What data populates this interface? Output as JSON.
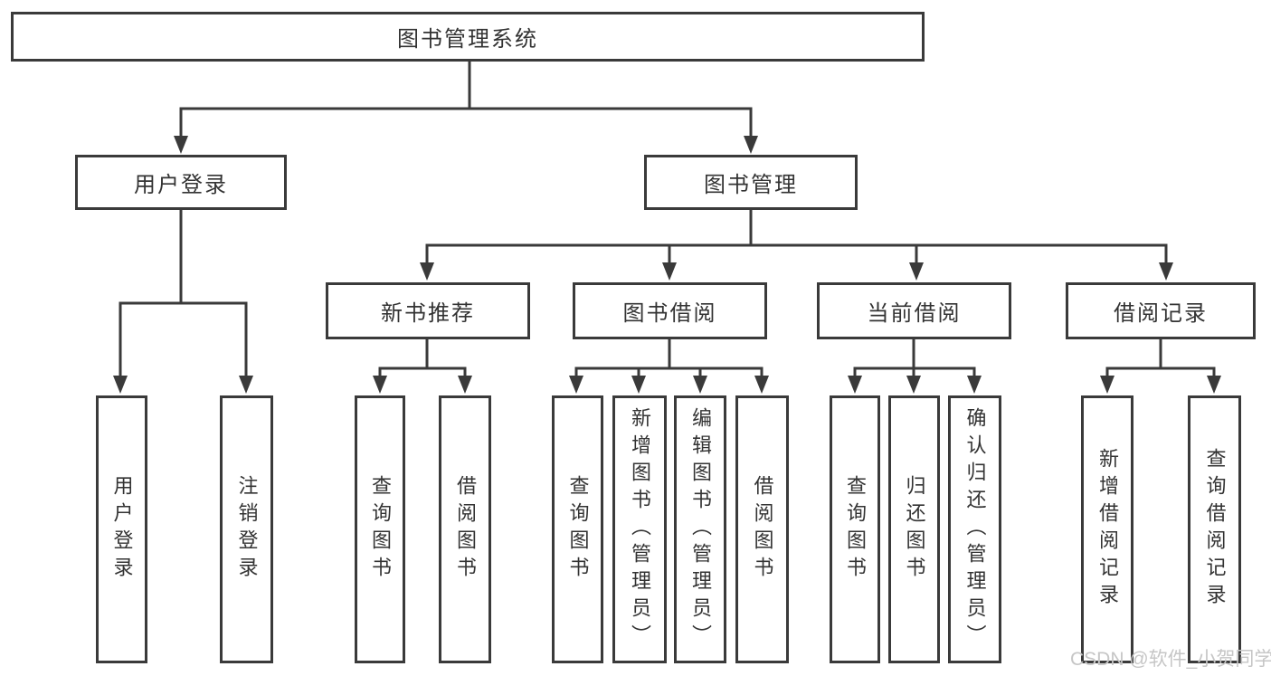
{
  "diagram": {
    "title": "图书管理系统",
    "level2": [
      {
        "id": "user-login",
        "label": "用户登录"
      },
      {
        "id": "book-management",
        "label": "图书管理"
      }
    ],
    "level3": [
      {
        "id": "new-book-recommend",
        "label": "新书推荐",
        "parent": "图书管理"
      },
      {
        "id": "book-borrowing",
        "label": "图书借阅",
        "parent": "图书管理"
      },
      {
        "id": "current-borrowing",
        "label": "当前借阅",
        "parent": "图书管理"
      },
      {
        "id": "borrowing-records",
        "label": "借阅记录",
        "parent": "图书管理"
      }
    ],
    "leaves": [
      {
        "parent": "用户登录",
        "label": "用户登录"
      },
      {
        "parent": "用户登录",
        "label": "注销登录"
      },
      {
        "parent": "新书推荐",
        "label": "查询图书"
      },
      {
        "parent": "新书推荐",
        "label": "借阅图书"
      },
      {
        "parent": "图书借阅",
        "label": "查询图书"
      },
      {
        "parent": "图书借阅",
        "label": "新增图书（管理员）"
      },
      {
        "parent": "图书借阅",
        "label": "编辑图书（管理员）"
      },
      {
        "parent": "图书借阅",
        "label": "借阅图书"
      },
      {
        "parent": "当前借阅",
        "label": "查询图书"
      },
      {
        "parent": "当前借阅",
        "label": "归还图书"
      },
      {
        "parent": "当前借阅",
        "label": "确认归还（管理员）"
      },
      {
        "parent": "借阅记录",
        "label": "新增借阅记录"
      },
      {
        "parent": "借阅记录",
        "label": "查询借阅记录"
      }
    ]
  },
  "watermark": "CSDN @软件_小贺同学",
  "colors": {
    "line": "#3a3a3a",
    "text": "#333333",
    "watermark": "#c6c6c6",
    "background": "#ffffff"
  }
}
